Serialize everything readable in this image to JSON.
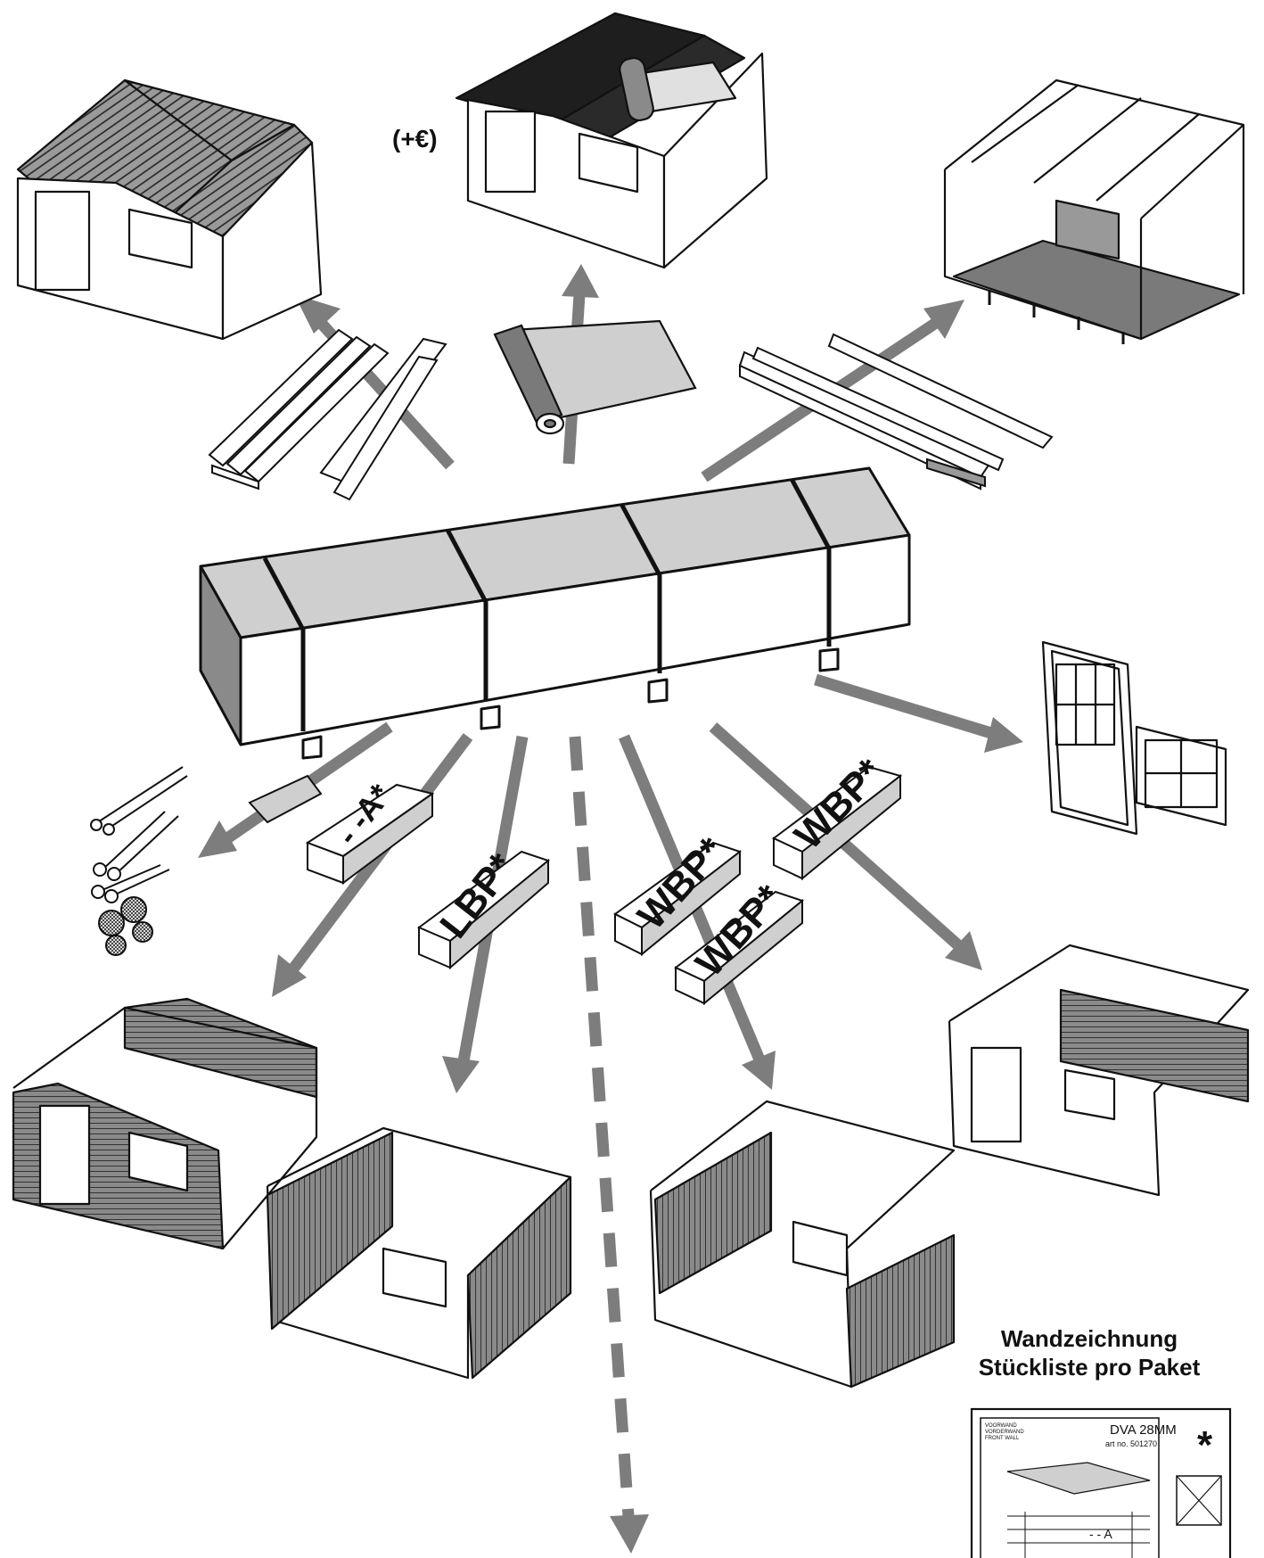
{
  "cost_label": "(+€)",
  "packages": {
    "a": "- -A*",
    "lbp": "LBP*",
    "wbp1": "WBP*",
    "wbp2": "WBP*",
    "wbp3": "WBP*"
  },
  "caption": {
    "line1": "Wandzeichnung",
    "line2": "Stückliste pro Paket"
  },
  "drawing_sheet": {
    "title": "DVA 28MM",
    "art_no": "art no. 501270",
    "header_lines": [
      "VOORWAND",
      "VORDERWAND",
      "FRONT WALL"
    ],
    "asterisk": "*",
    "section_marker": "- - A"
  },
  "colors": {
    "arrow": "#7d7d7d",
    "panel_gray": "#7a7a7a",
    "roof_dark": "#1e1e1e",
    "box_fill": "#cfcfcf",
    "line": "#111111"
  }
}
